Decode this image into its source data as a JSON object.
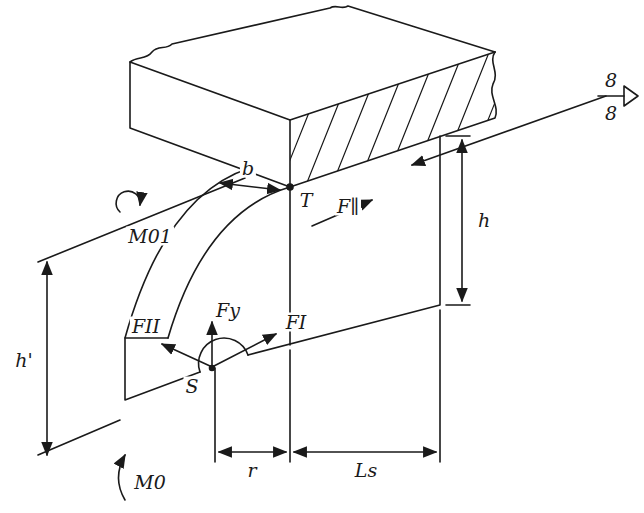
{
  "diagram": {
    "labels": [
      "b",
      "T",
      "F∥",
      "h",
      "M01",
      "Fy",
      "FI",
      "FII",
      "S",
      "h'",
      "r",
      "Ls",
      "M0",
      "8",
      "8"
    ]
  }
}
